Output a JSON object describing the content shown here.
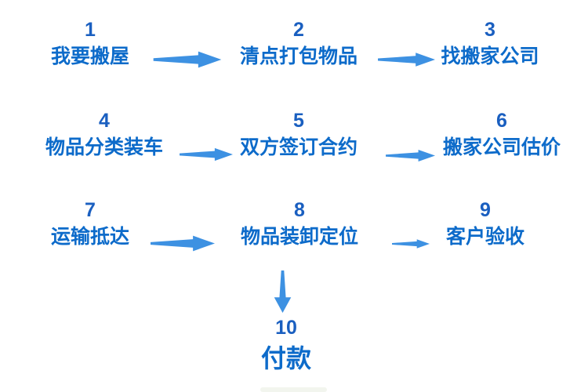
{
  "colors": {
    "number_text": "#1a5fc0",
    "label_text": "#0d6bca",
    "arrow": "#3d91e2",
    "background": "#ffffff"
  },
  "steps": [
    {
      "num": "1",
      "label": "我要搬屋"
    },
    {
      "num": "2",
      "label": "清点打包物品"
    },
    {
      "num": "3",
      "label": "找搬家公司"
    },
    {
      "num": "4",
      "label": "物品分类装车"
    },
    {
      "num": "5",
      "label": "双方签订合约"
    },
    {
      "num": "6",
      "label": "搬家公司估价"
    },
    {
      "num": "7",
      "label": "运输抵达"
    },
    {
      "num": "8",
      "label": "物品装卸定位"
    },
    {
      "num": "9",
      "label": "客户验收"
    },
    {
      "num": "10",
      "label": "付款"
    }
  ]
}
